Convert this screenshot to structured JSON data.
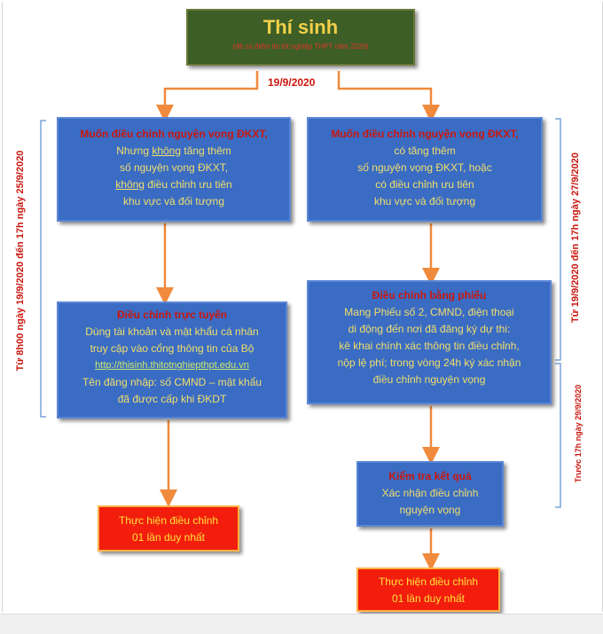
{
  "top": {
    "title": "Thí sinh",
    "subtitle": "(đã có điểm thi tốt nghiệp THPT năm 2020)"
  },
  "date_label": "19/9/2020",
  "left_box": {
    "title": "Muốn điều chỉnh nguyện vọng ĐKXT,",
    "line2a": "Nhưng ",
    "line2b": "không",
    "line2c": " tăng thêm",
    "line3": "số nguyện vọng ĐKXT,",
    "line4a": "không",
    "line4b": " điều chỉnh ưu tiên",
    "line5": "khu vực và đối tượng"
  },
  "right_box": {
    "title": "Muốn điều chỉnh nguyện vọng ĐKXT,",
    "line2": "có tăng thêm",
    "line3": "số nguyện vọng ĐKXT, hoặc",
    "line4": "có điều chỉnh ưu tiên",
    "line5": "khu vực và đối tượng"
  },
  "online_box": {
    "title": "Điều chỉnh trực tuyến",
    "line2": "Dùng tài khoản và mật khẩu cá nhân",
    "line3": "truy cập vào cổng thông tin của Bộ",
    "link": "http://thisinh.thitotnghiepthpt.edu.vn",
    "line5": "Tên đăng nhập: số CMND – mật khẩu",
    "line6": "đã được cấp khi ĐKDT"
  },
  "paper_box": {
    "title": "Điều chỉnh bằng phiếu",
    "line2": "Mang Phiếu số 2, CMND, điện thoại",
    "line3": "di động đến nơi đã đăng ký dự thi:",
    "line4": "kê khai chính xác thông tin điều chỉnh,",
    "line5": "nộp lệ phí; trong vòng 24h ký xác nhận",
    "line6": "điều chỉnh nguyện vọng"
  },
  "check_box": {
    "title": "Kiểm tra kết quả",
    "line2": "Xác nhận điều chỉnh",
    "line3": "nguyện vọng"
  },
  "final_left": {
    "line1": "Thực hiện điều chỉnh",
    "line2": "01 lần duy nhất"
  },
  "final_right": {
    "line1": "Thực hiện điều chỉnh",
    "line2": "01 lần duy nhất"
  },
  "side_labels": {
    "left": "Từ 8h00 ngày 19/9/2020 đến 17h ngày 25/9/2020",
    "right": "Từ 19/9/2020 đến 17h ngày 27/9/2020",
    "right_bottom": "Trước 17h ngày 29/9/2020"
  },
  "colors": {
    "arrow": "#f08a3c",
    "bracket": "#7aa3d8",
    "blue": "#3a6cc4",
    "red": "#f21d0c",
    "green": "#3d5e26"
  }
}
